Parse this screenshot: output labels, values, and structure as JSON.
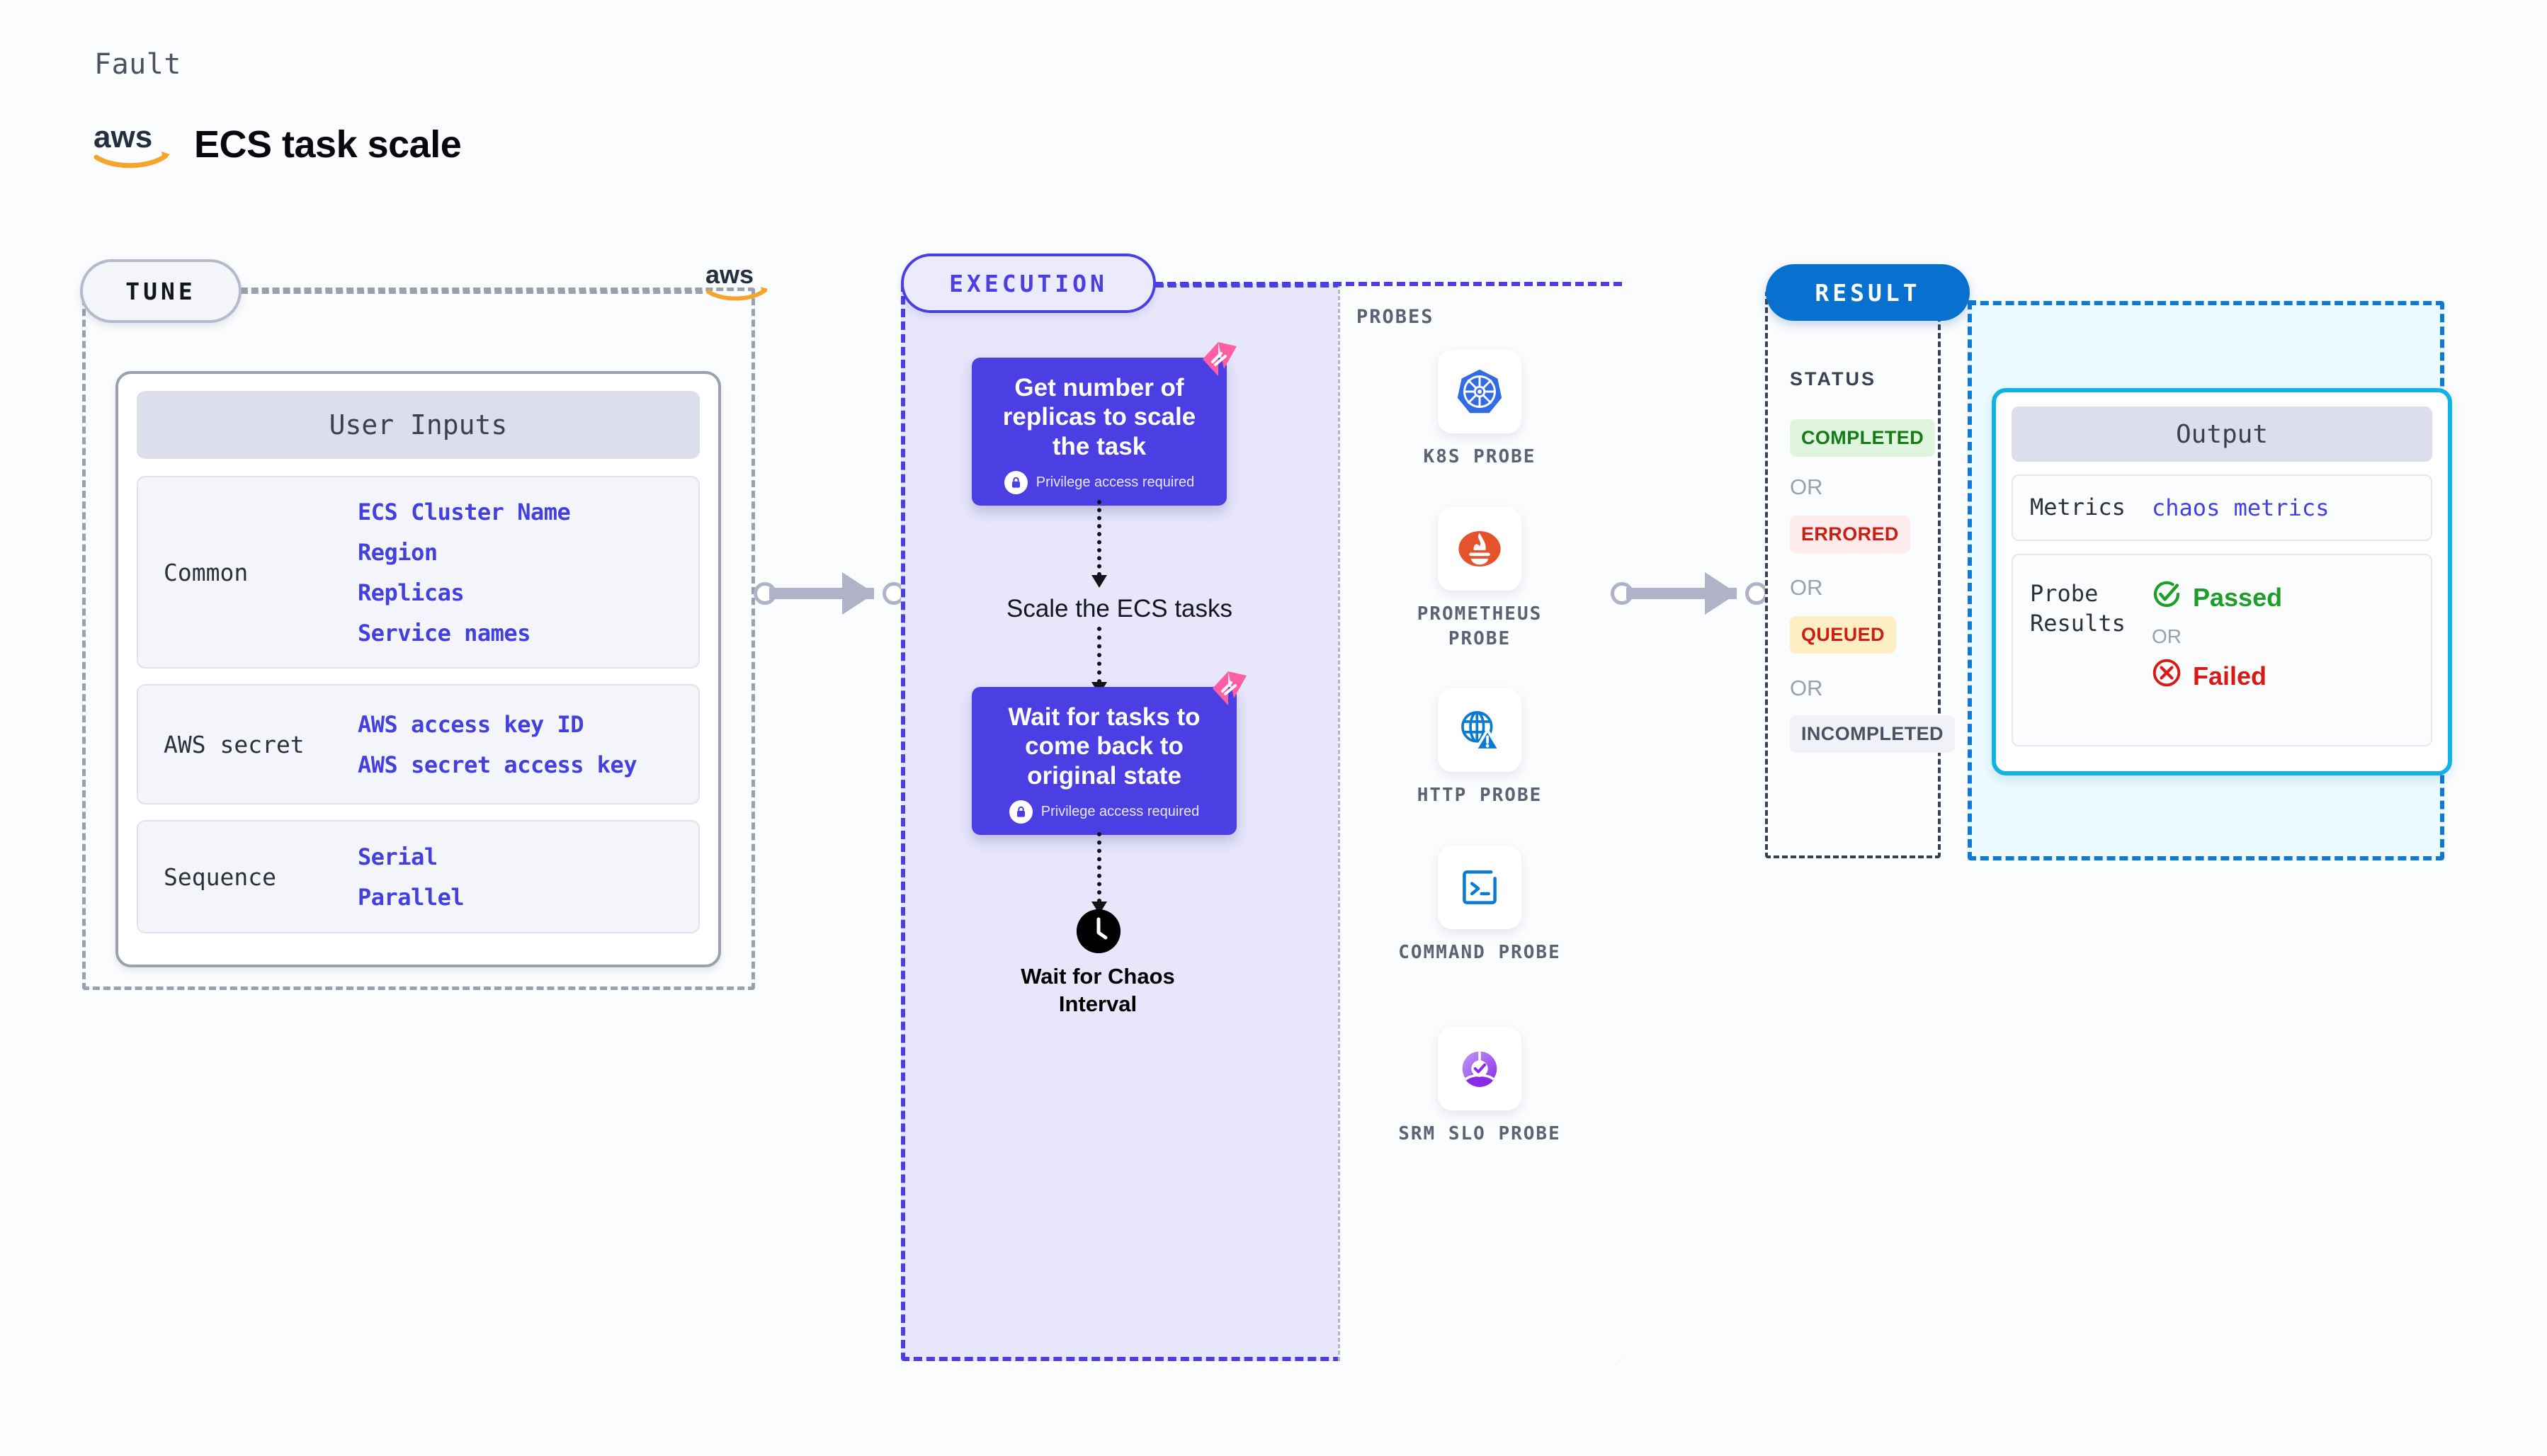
{
  "header": {
    "eyebrow": "Fault",
    "logo_icon": "aws-logo",
    "title": "ECS task scale"
  },
  "tune": {
    "pill_label": "TUNE",
    "logo_icon": "aws-logo",
    "card": {
      "title": "User Inputs",
      "groups": [
        {
          "label": "Common",
          "values": [
            "ECS Cluster Name",
            "Region",
            "Replicas",
            "Service names"
          ]
        },
        {
          "label": "AWS secret",
          "values": [
            "AWS access key ID",
            "AWS secret access key"
          ]
        },
        {
          "label": "Sequence",
          "values": [
            "Serial",
            "Parallel"
          ]
        }
      ]
    }
  },
  "execution": {
    "pill_label": "EXECUTION",
    "nodes": [
      {
        "title": "Get number of replicas to scale the task",
        "privilege": "Privilege access required",
        "badge_icon": "chaos-badge-icon",
        "lock_icon": "lock-icon"
      },
      {
        "title": "Wait for tasks to come back to original state",
        "privilege": "Privilege access required",
        "badge_icon": "chaos-badge-icon",
        "lock_icon": "lock-icon"
      }
    ],
    "middle_label": "Scale the ECS tasks",
    "wait": {
      "icon": "clock-icon",
      "label": "Wait for Chaos Interval"
    }
  },
  "probes": {
    "title": "PROBES",
    "items": [
      {
        "label": "K8S PROBE",
        "icon": "kubernetes-icon"
      },
      {
        "label": "PROMETHEUS PROBE",
        "icon": "prometheus-icon"
      },
      {
        "label": "HTTP PROBE",
        "icon": "http-globe-warning-icon"
      },
      {
        "label": "COMMAND PROBE",
        "icon": "terminal-icon"
      },
      {
        "label": "SRM SLO PROBE",
        "icon": "srm-slo-icon"
      }
    ]
  },
  "result": {
    "pill_label": "RESULT",
    "status_title": "STATUS",
    "or_label": "OR",
    "statuses": [
      {
        "label": "COMPLETED",
        "bg": "#dff5de",
        "color": "#157a18"
      },
      {
        "label": "ERRORED",
        "bg": "#fdeceb",
        "color": "#cb1f13"
      },
      {
        "label": "QUEUED",
        "bg": "#fdeec3",
        "color": "#cb1f13"
      },
      {
        "label": "INCOMPLETED",
        "bg": "#f1f2f7",
        "color": "#4b5163"
      }
    ],
    "output": {
      "title": "Output",
      "metrics_label": "Metrics",
      "metrics_value": "chaos metrics",
      "probe_results_label": "Probe Results",
      "passed_label": "Passed",
      "failed_label": "Failed",
      "or_label": "OR",
      "passed_icon": "check-circle-icon",
      "failed_icon": "x-circle-icon"
    }
  },
  "colors": {
    "accent_purple": "#4b3fe4",
    "accent_blue": "#0871d0",
    "accent_cyan": "#12b2e7",
    "aws_orange": "#f5a52b",
    "exec_bg": "#e7e6fb",
    "result_bg": "#eafaff"
  }
}
